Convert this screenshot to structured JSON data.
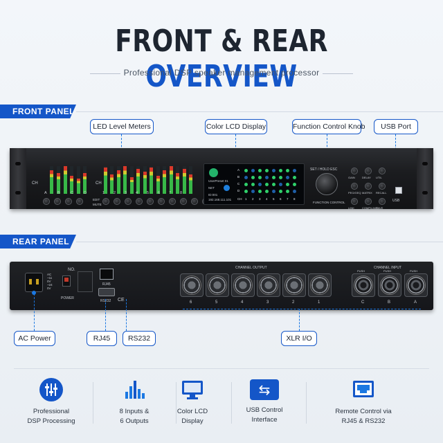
{
  "title": {
    "part1": "FRONT & REAR",
    "part2": "OVERVIEW"
  },
  "subtitle": "Professional DSP speaker management processor",
  "colors": {
    "accent": "#1456c8",
    "dashed": "#1b78e2"
  },
  "front_panel": {
    "tag": "FRONT PANEL",
    "callouts": [
      "LED Level Meters",
      "Color LCD Display",
      "Function Control Knob",
      "USB Port"
    ],
    "device_text": {
      "ch_left": "CH",
      "ch_right": "CH",
      "in_a": "A",
      "in_b": "B",
      "in_c": "C",
      "in_d": "D",
      "outs": [
        "1",
        "2",
        "3",
        "4",
        "5",
        "6",
        "7",
        "8"
      ],
      "edit": "EDIT",
      "mute": "MUTE",
      "lcd_user": "UserPreset 01",
      "lcd_net": "NET",
      "lcd_id": "ID:001",
      "lcd_ip": "192.168.111.101",
      "lcd_rows": [
        "A",
        "B",
        "C",
        "D"
      ],
      "lcd_ch": "CH",
      "set_hold": "SET / HOLD ESC",
      "function_control": "FUNCTION CONTROL",
      "buttons_row1": [
        "GAIN",
        "DELAY",
        "UTIL"
      ],
      "buttons_row2": [
        "PEG/GEQ",
        "MATRIX",
        "RECALL"
      ],
      "buttons_row3": [
        "LINK",
        "COMP/LIMIT",
        "SAVE"
      ],
      "usb": "USB"
    }
  },
  "rear_panel": {
    "tag": "REAR PANEL",
    "callouts": [
      "AC Power",
      "RJ45",
      "RS232",
      "XLR I/O"
    ],
    "device_text": {
      "no": "NO.",
      "power": "POWER",
      "voltage": "AC~110V~240V",
      "rj45": "RJ45",
      "rs232": "RS232",
      "ce": "CE",
      "channel_output": "CHANNEL OUTPUT",
      "channel_input": "CHANNEL INPUT",
      "outputs": [
        "6",
        "5",
        "4",
        "3",
        "2",
        "1"
      ],
      "inputs": [
        "C",
        "B",
        "A"
      ],
      "push": "PUSH"
    }
  },
  "features": [
    {
      "icon": "sliders-icon",
      "line1": "Professional",
      "line2": "DSP Processing"
    },
    {
      "icon": "level-bars-icon",
      "line1": "8 Inputs &",
      "line2": "6 Outputs"
    },
    {
      "icon": "monitor-icon",
      "line1": "Color LCD",
      "line2": "Display"
    },
    {
      "icon": "usb-icon",
      "line1": "USB Control",
      "line2": "Interface"
    },
    {
      "icon": "network-port-icon",
      "line1": "Remote Control via",
      "line2": "RJ45 & RS232"
    }
  ]
}
